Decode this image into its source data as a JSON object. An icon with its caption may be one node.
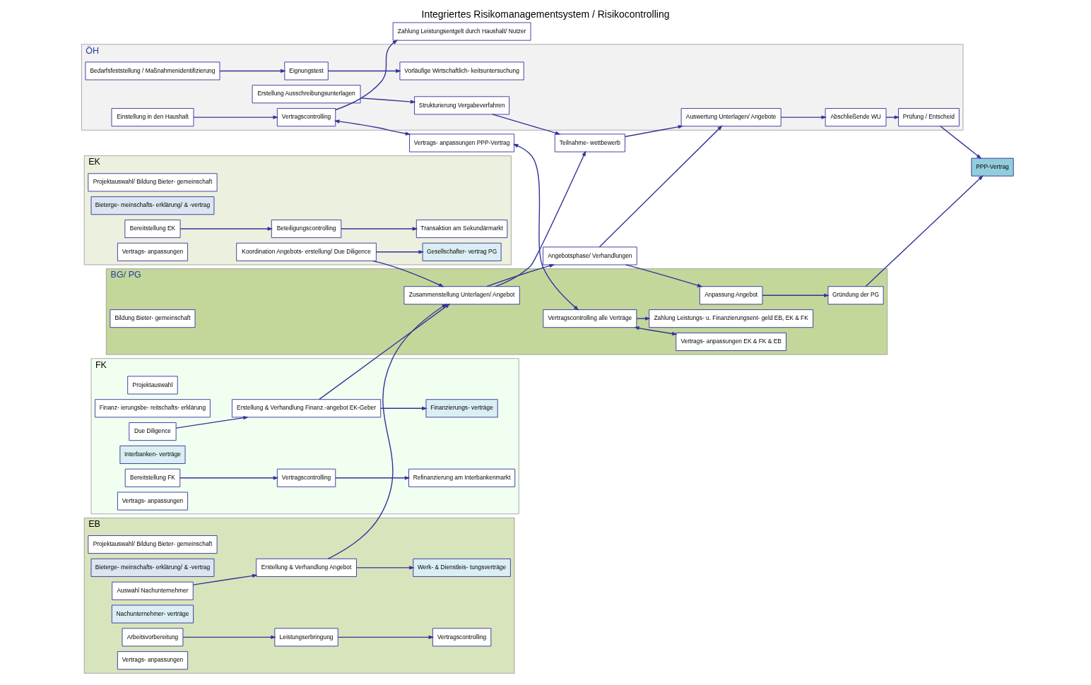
{
  "diagram": {
    "title": "Integriertes Risikomanagementsystem / Risikocontrolling",
    "nodes": [
      {
        "text": [
          "ÖH"
        ]
      },
      {
        "text": [
          "Bedarfsfeststellung / Maßnahmenidentifizierung"
        ],
        "in": 0
      },
      {
        "text": [
          "Eignungstest"
        ],
        "in": 0
      },
      {
        "text": [
          "Vorläufige Wirtschaftlich- keitsuntersuchung"
        ],
        "in": 0
      },
      {
        "text": [
          "Erstellung Ausschreibungsunterlagen"
        ],
        "in": 0
      },
      {
        "text": [
          "Strukturierung Vergabeverfahren"
        ],
        "in": 0
      },
      {
        "text": [
          "Auswertung Unterlagen/ Angebote"
        ],
        "in": 0
      },
      {
        "text": [
          "Abschließende WU"
        ],
        "in": 0
      },
      {
        "text": [
          "Prüfung / Entscheid"
        ],
        "in": 0
      },
      {
        "text": [
          "Einstellung in den Haushalt"
        ],
        "in": 0
      },
      {
        "text": [
          "Vertragscontrolling"
        ],
        "in": 0
      },
      {
        "text": [
          "Teilnahme- wettbewerb"
        ]
      },
      {
        "text": [
          "Angebotsphase/ Verhandlungen"
        ]
      },
      {
        "text": [
          "PPP-Vertrag"
        ]
      },
      {
        "text": [
          "Vertrags- anpassungen PPP-Vertrag"
        ]
      },
      {
        "text": [
          "Zahlung Leistungsentgelt durch Haushalt/ Nutzer"
        ]
      },
      {
        "text": [
          "BG/ PG"
        ]
      },
      {
        "text": [
          "Bildung Bieter- gemeinschaft"
        ],
        "in": 16
      },
      {
        "text": [
          "Zusammenstellung Unterlagen/ Angebot"
        ],
        "in": 16
      },
      {
        "text": [
          "Anpassung Angebot"
        ],
        "in": 16
      },
      {
        "text": [
          "Gründung der PG"
        ],
        "in": 16
      },
      {
        "text": [
          "Vertragscontrolling alle Verträge"
        ],
        "in": 16
      },
      {
        "text": [
          "Vertrags- anpassungen EK & FK & EB"
        ],
        "in": 16
      },
      {
        "text": [
          "Zahlung Leistungs- u. Finanzierungsent- geld EB, EK & FK"
        ],
        "in": 16
      },
      {
        "text": [
          "EK"
        ]
      },
      {
        "text": [
          "Projektauswahl/ Bildung Bieter- gemeinschaft"
        ],
        "in": 24
      },
      {
        "text": [
          "Bieterge- meinschafts- erklärung/ & -vertrag"
        ],
        "in": 24
      },
      {
        "text": [
          "Koordination Angebots- erstellung/ Due Diligence"
        ],
        "in": 24
      },
      {
        "text": [
          "Gesellschafter- vertrag PG"
        ],
        "in": 24
      },
      {
        "text": [
          "Bereitstellung EK"
        ],
        "in": 24
      },
      {
        "text": [
          "Beteiligungscontrolling"
        ],
        "in": 24
      },
      {
        "text": [
          "Transaktion am Sekundärmarkt"
        ],
        "in": 24
      },
      {
        "text": [
          "Vertrags- anpassungen"
        ],
        "in": 24
      },
      {
        "text": [
          "FK"
        ]
      },
      {
        "text": [
          "Projektauswahl"
        ],
        "in": 33
      },
      {
        "text": [
          "Finanz- ierungsbe- reitschafts- erklärung"
        ],
        "in": 33
      },
      {
        "text": [
          "Erstellung & Verhandlung Finanz.-angebot EK-Geber"
        ],
        "in": 33
      },
      {
        "text": [
          "Due Diligence"
        ],
        "in": 33
      },
      {
        "text": [
          "Finanzierungs- verträge"
        ],
        "in": 33
      },
      {
        "text": [
          "Interbanken- verträge"
        ],
        "in": 33
      },
      {
        "text": [
          "Bereitstellung FK"
        ],
        "in": 33
      },
      {
        "text": [
          "Vertragscontrolling"
        ],
        "in": 33
      },
      {
        "text": [
          "Refinanzierung am Interbankenmarkt"
        ],
        "in": 33
      },
      {
        "text": [
          "Vertrags- anpassungen"
        ],
        "in": 33
      },
      {
        "text": [
          "EB"
        ]
      },
      {
        "text": [
          "Projektauswahl/ Bildung Bieter- gemeinschaft"
        ],
        "in": 44
      },
      {
        "text": [
          "Bieterge- meinschafts- erklärung/ & -vertrag"
        ],
        "in": 44
      },
      {
        "text": [
          "Erstellung & Verhandlung Angebot"
        ],
        "in": 44
      },
      {
        "text": [
          "Auswahl Nachunternehmer"
        ],
        "in": 44
      },
      {
        "text": [
          "Werk- & Dienstleis- tungsverträge"
        ],
        "in": 44
      },
      {
        "text": [
          "Nachunternehmer- verträge"
        ],
        "in": 44
      },
      {
        "text": [
          "Arbeitsvorbereitung"
        ],
        "in": 44
      },
      {
        "text": [
          "Leistungserbringung"
        ],
        "in": 44
      },
      {
        "text": [
          "Vertragscontrolling"
        ],
        "in": 44
      },
      {
        "text": [
          "Vertrags- anpassungen"
        ],
        "in": 44
      }
    ],
    "edges": [
      {
        "from": 1,
        "to": 2,
        "arrow": "to"
      },
      {
        "from": 2,
        "to": 3,
        "arrow": "to"
      },
      {
        "from": 4,
        "to": 5,
        "arrow": "to"
      },
      {
        "from": 5,
        "to": 11,
        "arrow": "to"
      },
      {
        "from": 11,
        "to": 6,
        "arrow": "to"
      },
      {
        "from": 12,
        "to": 6,
        "arrow": "to"
      },
      {
        "from": 6,
        "to": 7,
        "arrow": "to"
      },
      {
        "from": 7,
        "to": 8,
        "arrow": "to"
      },
      {
        "from": 8,
        "to": 13,
        "arrow": "to"
      },
      {
        "from": 18,
        "to": 11,
        "arrow": "to"
      },
      {
        "from": 18,
        "to": 12,
        "arrow": "to"
      },
      {
        "from": 12,
        "to": 19,
        "arrow": "to"
      },
      {
        "from": 19,
        "to": 20,
        "arrow": "to"
      },
      {
        "from": 20,
        "to": 13,
        "arrow": "to"
      },
      {
        "from": 9,
        "to": 10,
        "arrow": "to"
      },
      {
        "from": 10,
        "to": 14,
        "arrow": "both"
      },
      {
        "from": 10,
        "to": 15,
        "arrow": "to"
      },
      {
        "from": 14,
        "to": 21,
        "arrow": "both"
      },
      {
        "from": 21,
        "to": 22,
        "arrow": "both"
      },
      {
        "from": 21,
        "to": 23,
        "arrow": "to"
      },
      {
        "from": 27,
        "to": 18,
        "arrow": "to"
      },
      {
        "from": 36,
        "to": 18,
        "arrow": "to"
      },
      {
        "from": 47,
        "to": 18,
        "arrow": "to"
      },
      {
        "from": 27,
        "to": 28,
        "arrow": "to"
      },
      {
        "from": 36,
        "to": 38,
        "arrow": "to"
      },
      {
        "from": 47,
        "to": 49,
        "arrow": "to"
      },
      {
        "from": 37,
        "to": 36,
        "arrow": "to"
      },
      {
        "from": 48,
        "to": 47,
        "arrow": "to"
      },
      {
        "from": 29,
        "to": 30,
        "arrow": "to"
      },
      {
        "from": 30,
        "to": 31,
        "arrow": "to"
      },
      {
        "from": 40,
        "to": 41,
        "arrow": "to"
      },
      {
        "from": 41,
        "to": 42,
        "arrow": "to"
      },
      {
        "from": 51,
        "to": 52,
        "arrow": "to"
      },
      {
        "from": 52,
        "to": 53,
        "arrow": "to"
      }
    ]
  }
}
